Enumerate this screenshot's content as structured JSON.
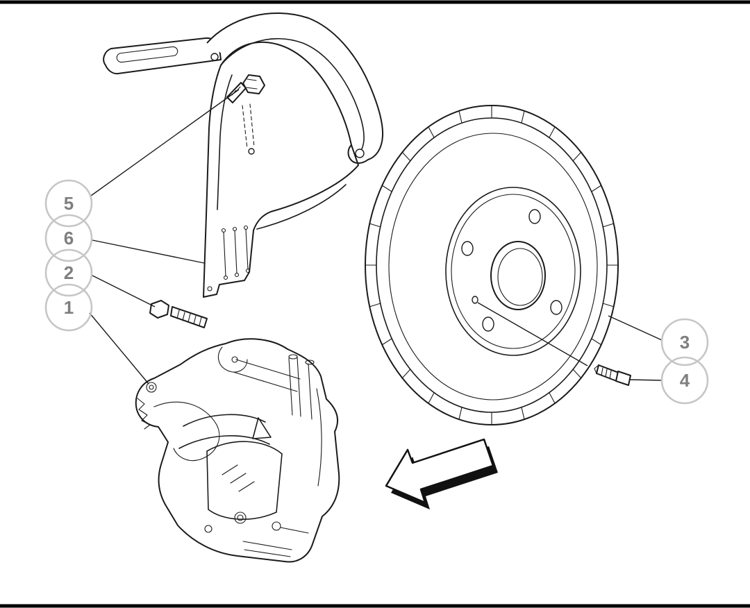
{
  "page": {
    "background": "#ffffff",
    "border_color": "#000000"
  },
  "palette": {
    "line": "#1a1a1a",
    "callout_circle": "#c6c6c6",
    "callout_number": "#7f7f7f"
  },
  "callouts": [
    {
      "label": "1"
    },
    {
      "label": "2"
    },
    {
      "label": "3"
    },
    {
      "label": "4"
    },
    {
      "label": "5"
    },
    {
      "label": "6"
    }
  ]
}
